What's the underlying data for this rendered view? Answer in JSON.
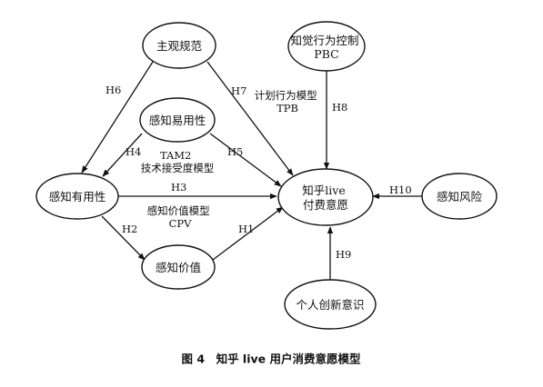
{
  "nodes": {
    "subjective_norm": {
      "lines": [
        "主观规范"
      ]
    },
    "perceived_ease": {
      "lines": [
        "感知易用性"
      ]
    },
    "pbc": {
      "lines": [
        "知觉行为控制",
        "PBC"
      ]
    },
    "perceived_usefulness": {
      "lines": [
        "感知有用性"
      ]
    },
    "intention": {
      "lines": [
        "知乎live",
        "付费意愿"
      ]
    },
    "perceived_risk": {
      "lines": [
        "感知风险"
      ]
    },
    "perceived_value": {
      "lines": [
        "感知价值"
      ]
    },
    "innovativeness": {
      "lines": [
        "个人创新意识"
      ]
    }
  },
  "edges": {
    "h1": "H1",
    "h2": "H2",
    "h3": "H3",
    "h4": "H4",
    "h5": "H5",
    "h6": "H6",
    "h7": "H7",
    "h8": "H8",
    "h9": "H9",
    "h10": "H10"
  },
  "annotations": {
    "tpb": [
      "计划行为模型",
      "TPB"
    ],
    "tam": [
      "TAM2",
      "技术接受度模型"
    ],
    "cpv": [
      "感知价值模型",
      "CPV"
    ]
  },
  "caption": "图 4　知乎 live 用户消费意愿模型"
}
